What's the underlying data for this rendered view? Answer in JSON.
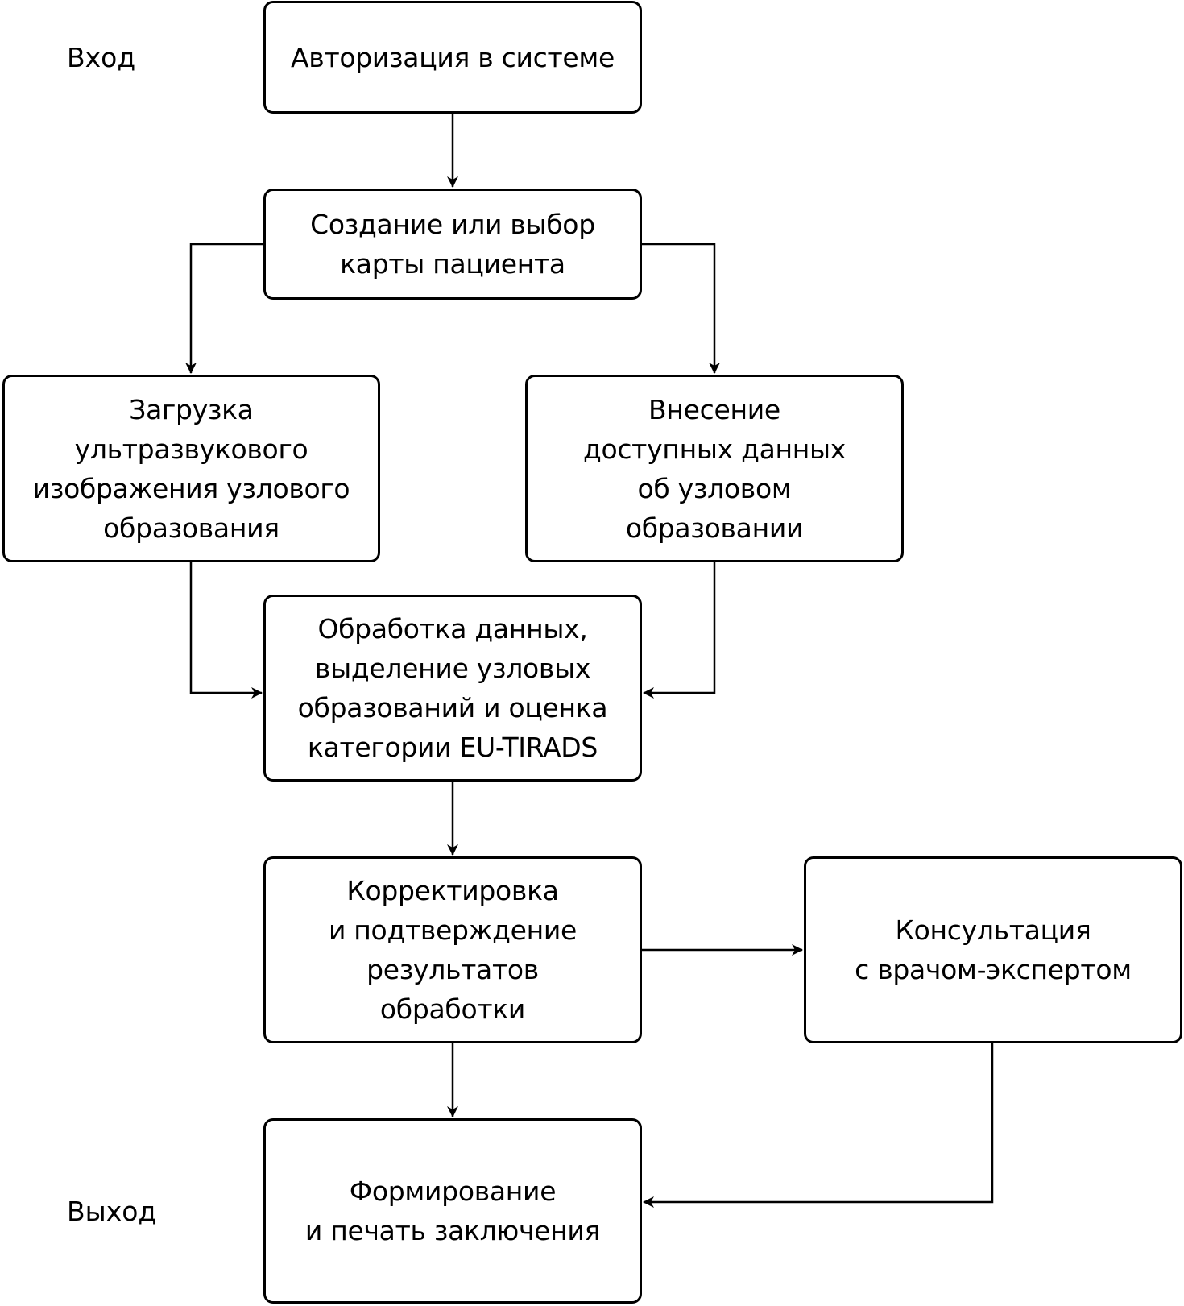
{
  "labels": {
    "input": "Вход",
    "output": "Выход"
  },
  "nodes": [
    {
      "id": "auth",
      "text": "Авторизация в системе"
    },
    {
      "id": "patient-card",
      "text": "Создание или выбор\nкарты пациента"
    },
    {
      "id": "upload-image",
      "text": "Загрузка\nультразвукового\nизображения узлового\nобразования"
    },
    {
      "id": "enter-data",
      "text": "Внесение\nдоступных данных\nоб узловом\nобразовании"
    },
    {
      "id": "processing",
      "text": "Обработка данных,\nвыделение узловых\nобразований и оценка\nкатегории EU-TIRADS"
    },
    {
      "id": "correction",
      "text": "Корректировка\nи подтверждение\nрезультатов\nобработки"
    },
    {
      "id": "consultation",
      "text": "Консультация\nс врачом-экспертом"
    },
    {
      "id": "report",
      "text": "Формирование\nи печать заключения"
    }
  ],
  "edges": [
    {
      "from": "auth",
      "to": "patient-card"
    },
    {
      "from": "patient-card",
      "to": "upload-image"
    },
    {
      "from": "patient-card",
      "to": "enter-data"
    },
    {
      "from": "upload-image",
      "to": "processing"
    },
    {
      "from": "enter-data",
      "to": "processing"
    },
    {
      "from": "processing",
      "to": "correction"
    },
    {
      "from": "correction",
      "to": "consultation"
    },
    {
      "from": "correction",
      "to": "report"
    },
    {
      "from": "consultation",
      "to": "report"
    }
  ]
}
